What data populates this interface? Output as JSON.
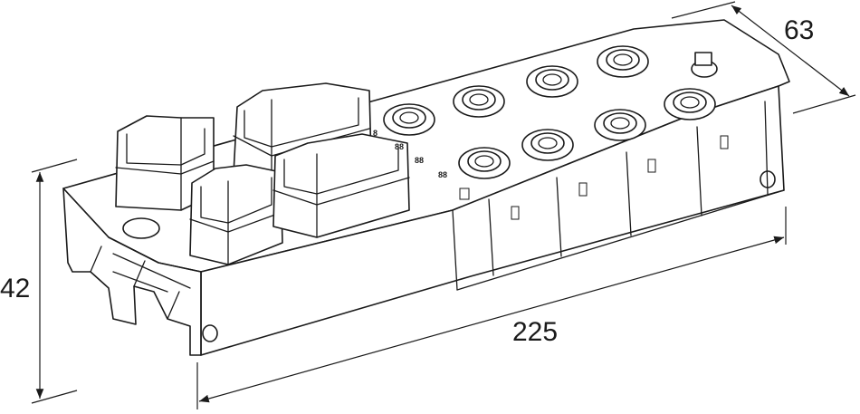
{
  "dimensions": {
    "height": "42",
    "length": "225",
    "depth": "63"
  },
  "port_labels": [
    "8",
    "88",
    "88",
    "88"
  ]
}
